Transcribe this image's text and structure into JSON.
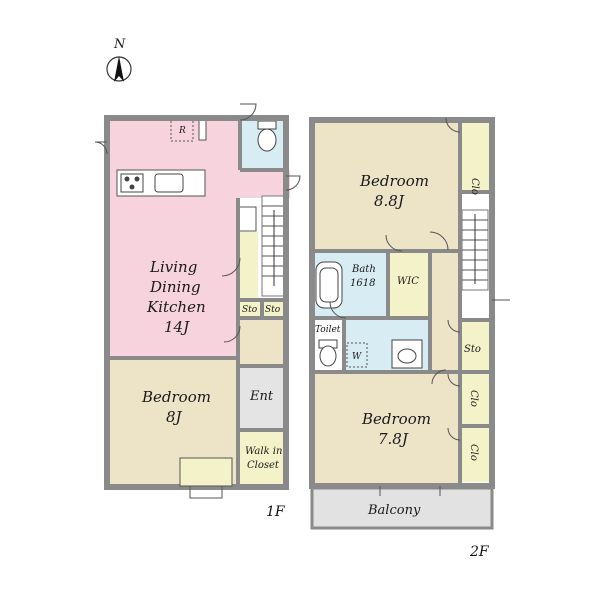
{
  "compass": {
    "label": "N"
  },
  "floor1": {
    "label": "1F",
    "rooms": {
      "ldk": [
        "Living",
        "Dining",
        "Kitchen",
        "14J"
      ],
      "refrigerator": "R",
      "bedroom": [
        "Bedroom",
        "8J"
      ],
      "storage_left": "Sto",
      "storage_right": "Sto",
      "entrance": "Ent",
      "walk_in_closet": [
        "Walk in",
        "Closet"
      ]
    }
  },
  "floor2": {
    "label": "2F",
    "rooms": {
      "bedroom_top": [
        "Bedroom",
        "8.8J"
      ],
      "closet_top": "Clo",
      "bath": [
        "Bath",
        "1618"
      ],
      "wic": "WIC",
      "toilet": "Toilet",
      "washer": "W",
      "storage": "Sto",
      "closet_mid": "Clo",
      "closet_low": "Clo",
      "bedroom_bottom": [
        "Bedroom",
        "7.8J"
      ],
      "balcony": "Balcony"
    }
  },
  "colors": {
    "ldk": "#f7d4dd",
    "bedroom": "#ede3c7",
    "closet": "#f3f2c8",
    "wet_area": "#d8ecf3",
    "entrance": "#e4e4e4",
    "balcony": "#e2e2e2",
    "wall": "#8a8a8a"
  }
}
